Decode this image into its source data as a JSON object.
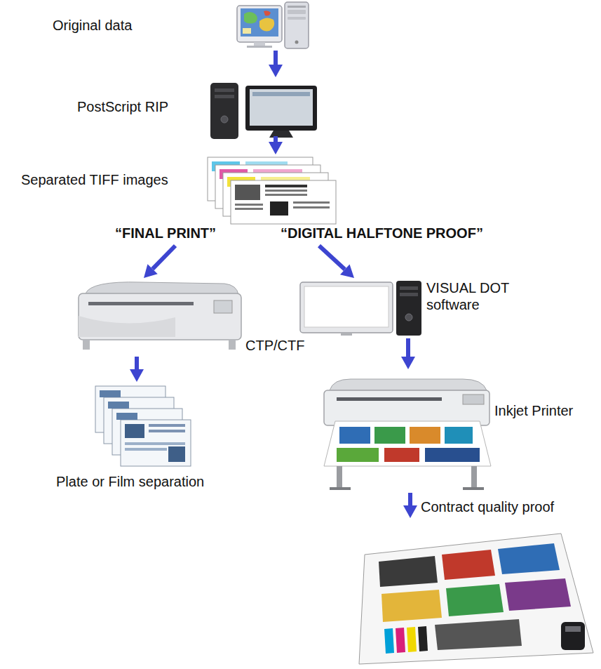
{
  "diagram": {
    "nodes": [
      {
        "text": [
          "Original data"
        ]
      },
      {
        "text": [
          "PostScript RIP"
        ]
      },
      {
        "text": [
          "Separated TIFF images"
        ]
      },
      {
        "text": [
          "CTP/CTF"
        ]
      },
      {
        "text": [
          "Plate or Film separation"
        ]
      },
      {
        "text": [
          "VISUAL DOT software"
        ]
      },
      {
        "text": [
          "Inkjet Printer"
        ]
      },
      {
        "text": [
          "Contract quality proof"
        ]
      }
    ],
    "edges": [
      {
        "from": 0,
        "to": 1,
        "arrow": "to"
      },
      {
        "from": 1,
        "to": 2,
        "arrow": "to"
      },
      {
        "from": 2,
        "to": 3,
        "arrow": "to",
        "label": "“FINAL PRINT”"
      },
      {
        "from": 3,
        "to": 4,
        "arrow": "to"
      },
      {
        "from": 2,
        "to": 5,
        "arrow": "to",
        "label": "“DIGITAL HALFTONE PROOF”"
      },
      {
        "from": 5,
        "to": 6,
        "arrow": "to"
      },
      {
        "from": 6,
        "to": 7,
        "arrow": "to"
      }
    ]
  }
}
